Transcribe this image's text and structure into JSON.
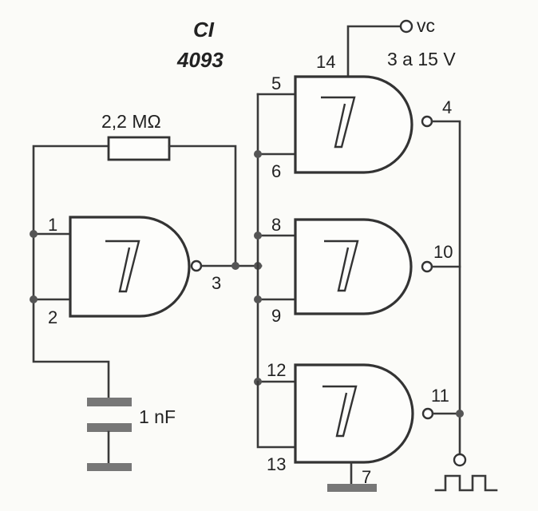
{
  "ic": {
    "line1": "CI",
    "line2": "4093"
  },
  "supply": {
    "node": "vc",
    "range": "3 a 15 V"
  },
  "resistor": {
    "value": "2,2 MΩ"
  },
  "capacitor": {
    "value": "1 nF"
  },
  "pins": {
    "p1": "1",
    "p2": "2",
    "p3": "3",
    "p4": "4",
    "p5": "5",
    "p6": "6",
    "p7": "7",
    "p8": "8",
    "p9": "9",
    "p10": "10",
    "p11": "11",
    "p12": "12",
    "p13": "13",
    "p14": "14"
  },
  "colors": {
    "ink": "#333333",
    "paper": "#fbfbf8",
    "ground": "#777777"
  }
}
